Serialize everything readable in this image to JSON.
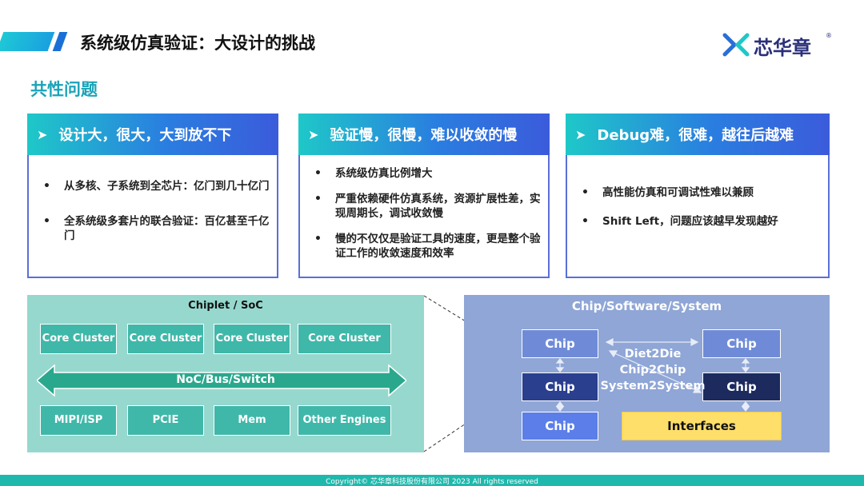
{
  "header": {
    "title": "系统级仿真验证：大设计的挑战",
    "logo_text": "芯华章",
    "logo_mark": "®"
  },
  "section_title": "共性问题",
  "cards": [
    {
      "title": "设计大，很大，大到放不下",
      "bullets": [
        "从多核、子系统到全芯片：亿门到几十亿门",
        "全系统级多套片的联合验证：百亿甚至千亿门"
      ]
    },
    {
      "title": "验证慢，很慢，难以收敛的慢",
      "bullets": [
        "系统级仿真比例增大",
        "严重依赖硬件仿真系统，资源扩展性差，实现周期长，调试收敛慢",
        "慢的不仅仅是验证工具的速度，更是整个验证工作的收敛速度和效率"
      ]
    },
    {
      "title": "Debug难，很难，越往后越难",
      "bullets": [
        "高性能仿真和可调试性难以兼顾",
        "Shift Left，问题应该越早发现越好"
      ]
    }
  ],
  "left_diagram": {
    "title": "Chiplet / SoC",
    "cores": [
      "Core Cluster",
      "Core Cluster",
      "Core Cluster",
      "Core Cluster"
    ],
    "noc": "NoC/Bus/Switch",
    "peripherals": [
      "MIPI/ISP",
      "PCIE",
      "Mem",
      "Other Engines"
    ]
  },
  "right_diagram": {
    "title": "Chip/Software/System",
    "chips": [
      "Chip",
      "Chip",
      "Chip",
      "Chip",
      "Chip"
    ],
    "center_lines": [
      "Diet2Die",
      "Chip2Chip",
      "System2System"
    ],
    "interfaces": "Interfaces"
  },
  "footer": {
    "copyright": "Copyright© 芯华章科技股份有限公司 2023 All rights reserved"
  },
  "colors": {
    "accent": "#1aa3b8",
    "card_border": "#5a6fd8",
    "left_panel": "#96d8ce",
    "right_panel": "#8fa6d6",
    "footer": "#1fb8ad"
  }
}
